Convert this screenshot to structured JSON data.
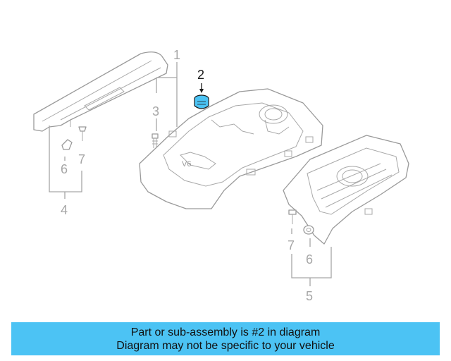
{
  "diagram": {
    "callouts": {
      "c1": "1",
      "c2": "2",
      "c3": "3",
      "c4": "4",
      "c5": "5",
      "c6a": "6",
      "c6b": "6",
      "c7a": "7",
      "c7b": "7"
    },
    "highlight_color": "#4cc3f4",
    "line_color": "#a6a6a6"
  },
  "banner": {
    "line1": "Part or sub-assembly is #2 in diagram",
    "line2": "Diagram may not be specific to your vehicle",
    "background": "#4cc3f4"
  }
}
